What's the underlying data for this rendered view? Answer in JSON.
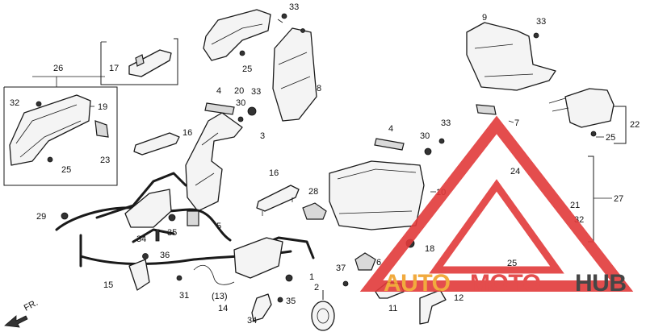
{
  "callouts": {
    "n2": "2",
    "n3": "3",
    "n4a": "4",
    "n4b": "4",
    "n5": "5",
    "n6": "6",
    "n7": "7",
    "n8": "8",
    "n9": "9",
    "n10": "10",
    "n11": "11",
    "n12": "12",
    "n13": "(13)",
    "n14": "14",
    "n15": "15",
    "n16a": "16",
    "n16b": "16",
    "n17": "17",
    "n18": "18",
    "n19": "19",
    "n20": "20",
    "n21": "21",
    "n22": "22",
    "n23": "23",
    "n24": "24",
    "n25a": "25",
    "n25b": "25",
    "n25c": "25",
    "n25d": "25",
    "n26": "26",
    "n27": "27",
    "n28": "28",
    "n29": "29",
    "n30a": "30",
    "n30b": "30",
    "n31": "31",
    "n32a": "32",
    "n32b": "32",
    "n33a": "33",
    "n33b": "33",
    "n33c": "33",
    "n33d": "33",
    "n34a": "34",
    "n34b": "34",
    "n35a": "35",
    "n35b": "35",
    "n36": "36",
    "n37": "37",
    "n1": "1"
  },
  "direction_label": "FR.",
  "watermark": {
    "text_auto": "AUTO",
    "text_moto": "MOTO",
    "text_hub": "HUB",
    "color_red": "#e23a3a",
    "color_orange": "#f0a12a",
    "color_dark": "#333333"
  }
}
